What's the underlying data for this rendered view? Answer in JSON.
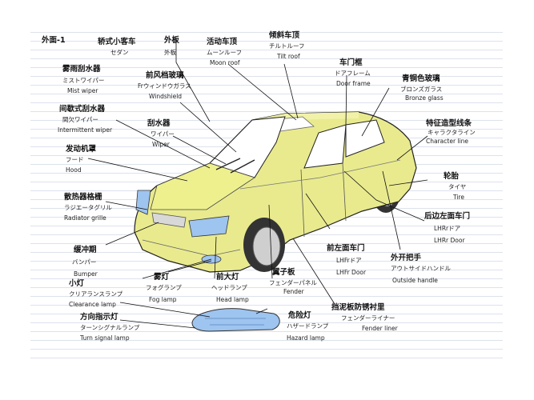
{
  "page_label": "外面-1",
  "colors": {
    "car_body": "#e9ea8e",
    "window": "#ffffff",
    "lamp": "#9ec4f0",
    "line": "#222222"
  },
  "labels": {
    "sedan": {
      "cn": "轿式小客车",
      "jp": "セダン"
    },
    "exterior": {
      "cn": "外板",
      "jp": "外板"
    },
    "moon_roof": {
      "cn": "活动车顶",
      "jp": "ムーンルーフ",
      "en": "Moon roof"
    },
    "tilt_roof": {
      "cn": "倾斜车顶",
      "jp": "チルトルーフ",
      "en": "Tilt roof"
    },
    "mist_wiper": {
      "cn": "雾雨刮水器",
      "jp": "ミストワイパー",
      "en": "Mist wiper"
    },
    "windshield": {
      "cn": "前风档玻璃",
      "jp": "Frウィンドウガラス",
      "en": "Windshield"
    },
    "door_frame": {
      "cn": "车门框",
      "jp": "ドアフレーム",
      "en": "Door frame"
    },
    "bronze_glass": {
      "cn": "青铜色玻璃",
      "jp": "ブロンズガラス",
      "en": "Bronze glass"
    },
    "int_wiper": {
      "cn": "间歇式刮水器",
      "jp": "間欠ワイパー",
      "en": "Intermittent wiper"
    },
    "wiper": {
      "cn": "刮水器",
      "jp": "ワイパー",
      "en": "Wiper"
    },
    "char_line": {
      "cn": "特征造型线条",
      "jp": "キャラクタライン",
      "en": "Character line"
    },
    "hood": {
      "cn": "发动机罩",
      "jp": "フード",
      "en": "Hood"
    },
    "tire": {
      "cn": "轮胎",
      "jp": "タイヤ",
      "en": "Tire"
    },
    "grille": {
      "cn": "散热器格栅",
      "jp": "ラジエータグリル",
      "en": "Radiator grille"
    },
    "rr_door": {
      "cn": "后边左面车门",
      "jp": "LHRrドア",
      "en": "LHRr Door"
    },
    "bumper": {
      "cn": "缓冲期",
      "jp": "バンパー",
      "en": "Bumper"
    },
    "fr_door": {
      "cn": "前左面车门",
      "jp": "LHFrドア",
      "en": "LHFr Door"
    },
    "outside_handle": {
      "cn": "外开把手",
      "jp": "アウトサイドハンドル",
      "en": "Outside handle"
    },
    "clearance": {
      "cn": "小灯",
      "jp": "クリアランスランプ",
      "en": "Clearance lamp"
    },
    "fog": {
      "cn": "雾灯",
      "jp": "フォグランプ",
      "en": "Fog lamp"
    },
    "head": {
      "cn": "前大灯",
      "jp": "ヘッドランプ",
      "en": "Head lamp"
    },
    "fender": {
      "cn": "翼子板",
      "jp": "フェンダーパネル",
      "en": "Fender"
    },
    "turn": {
      "cn": "方向指示灯",
      "jp": "ターンシグナルランプ",
      "en": "Turn signal lamp"
    },
    "hazard": {
      "cn": "危险灯",
      "jp": "ハザードランプ",
      "en": "Hazard lamp"
    },
    "fender_liner": {
      "cn": "挡泥板防锈衬里",
      "jp": "フェンダーライナー",
      "en": "Fender liner"
    }
  }
}
